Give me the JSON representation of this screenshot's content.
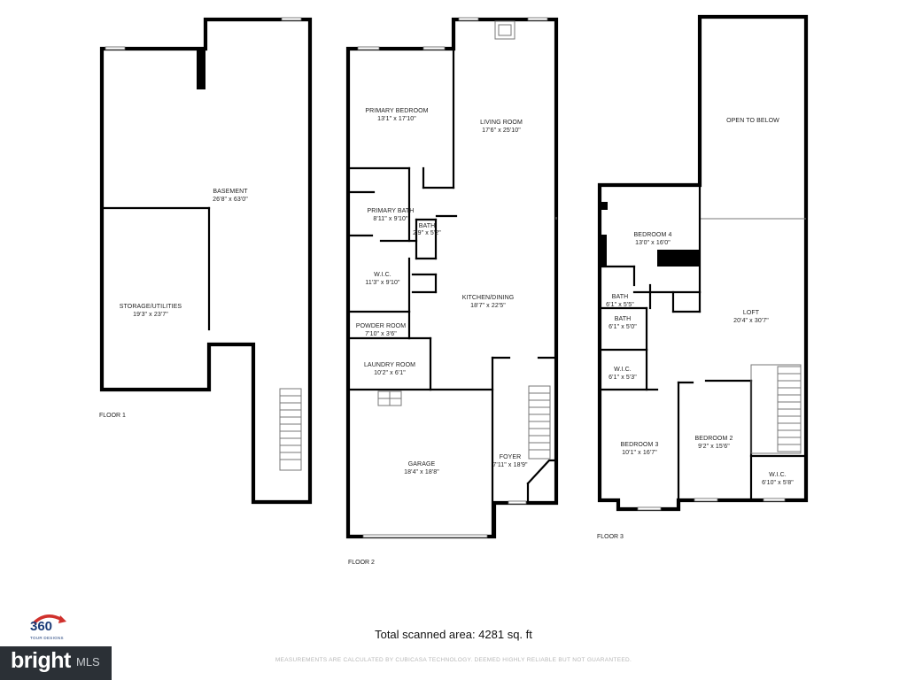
{
  "floors": [
    {
      "label": "FLOOR 1",
      "rooms": [
        {
          "name": "BASEMENT",
          "dims": "26'8\" x 63'0\""
        },
        {
          "name": "STORAGE/UTILITIES",
          "dims": "19'3\" x 23'7\""
        }
      ]
    },
    {
      "label": "FLOOR 2",
      "rooms": [
        {
          "name": "PRIMARY BEDROOM",
          "dims": "13'1\" x 17'10\""
        },
        {
          "name": "LIVING ROOM",
          "dims": "17'6\" x 25'10\""
        },
        {
          "name": "PRIMARY BATH",
          "dims": "8'11\" x 9'10\""
        },
        {
          "name": "BATH",
          "dims": "2'9\" x 5'2\""
        },
        {
          "name": "W.I.C.",
          "dims": "11'3\" x 9'10\""
        },
        {
          "name": "KITCHEN/DINING",
          "dims": "18'7\" x 22'5\""
        },
        {
          "name": "POWDER ROOM",
          "dims": "7'10\" x 3'6\""
        },
        {
          "name": "LAUNDRY ROOM",
          "dims": "10'2\" x 6'1\""
        },
        {
          "name": "GARAGE",
          "dims": "18'4\" x 18'8\""
        },
        {
          "name": "FOYER",
          "dims": "7'11\" x 18'9\""
        }
      ]
    },
    {
      "label": "FLOOR 3",
      "rooms": [
        {
          "name": "OPEN TO BELOW",
          "dims": ""
        },
        {
          "name": "BEDROOM 4",
          "dims": "13'0\" x 16'0\""
        },
        {
          "name": "BATH",
          "dims": "6'1\" x 5'5\""
        },
        {
          "name": "BATH",
          "dims": "6'1\" x 5'0\""
        },
        {
          "name": "LOFT",
          "dims": "20'4\" x 30'7\""
        },
        {
          "name": "W.I.C.",
          "dims": "6'1\" x 5'3\""
        },
        {
          "name": "BEDROOM 3",
          "dims": "10'1\" x 16'7\""
        },
        {
          "name": "BEDROOM 2",
          "dims": "9'2\" x 15'6\""
        },
        {
          "name": "W.I.C.",
          "dims": "6'10\" x 5'8\""
        }
      ]
    }
  ],
  "total_area": "Total scanned area: 4281 sq. ft",
  "disclaimer": "MEASUREMENTS ARE CALCULATED BY CUBICASA TECHNOLOGY. DEEMED HIGHLY RELIABLE BUT NOT GUARANTEED.",
  "logo_360": {
    "number": "360",
    "tagline": "TOUR DESIGNS"
  },
  "bright_logo": {
    "brand": "bright",
    "suffix": "MLS"
  },
  "colors": {
    "wall": "#000000",
    "logo_blue": "#1b3c78",
    "logo_red": "#d0312d",
    "bright_bg": "#2b3036"
  }
}
